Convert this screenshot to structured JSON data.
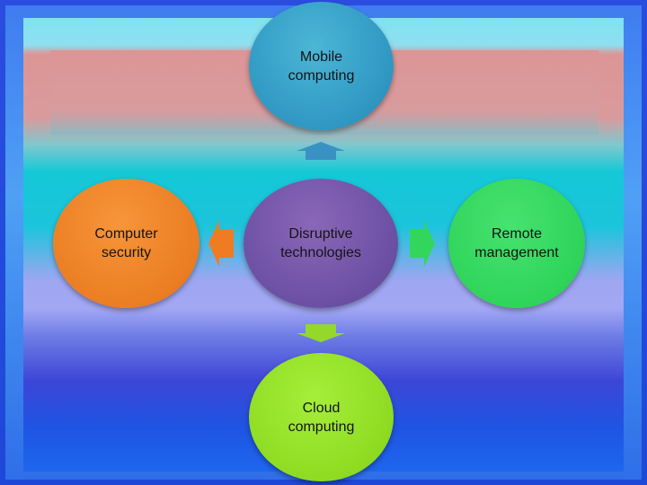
{
  "diagram": {
    "center": {
      "label": "Disruptive\ntechnologies",
      "color": "#6b4fa3"
    },
    "nodes": {
      "top": {
        "label": "Mobile\ncomputing",
        "color": "#2f97c2"
      },
      "left": {
        "label": "Computer\nsecurity",
        "color": "#eb7d22"
      },
      "right": {
        "label": "Remote\nmanagement",
        "color": "#2fd45a"
      },
      "bottom": {
        "label": "Cloud\ncomputing",
        "color": "#8fdb22"
      }
    },
    "edges": [
      {
        "from": "center",
        "to": "top"
      },
      {
        "from": "center",
        "to": "left"
      },
      {
        "from": "center",
        "to": "right"
      },
      {
        "from": "center",
        "to": "bottom"
      }
    ]
  }
}
